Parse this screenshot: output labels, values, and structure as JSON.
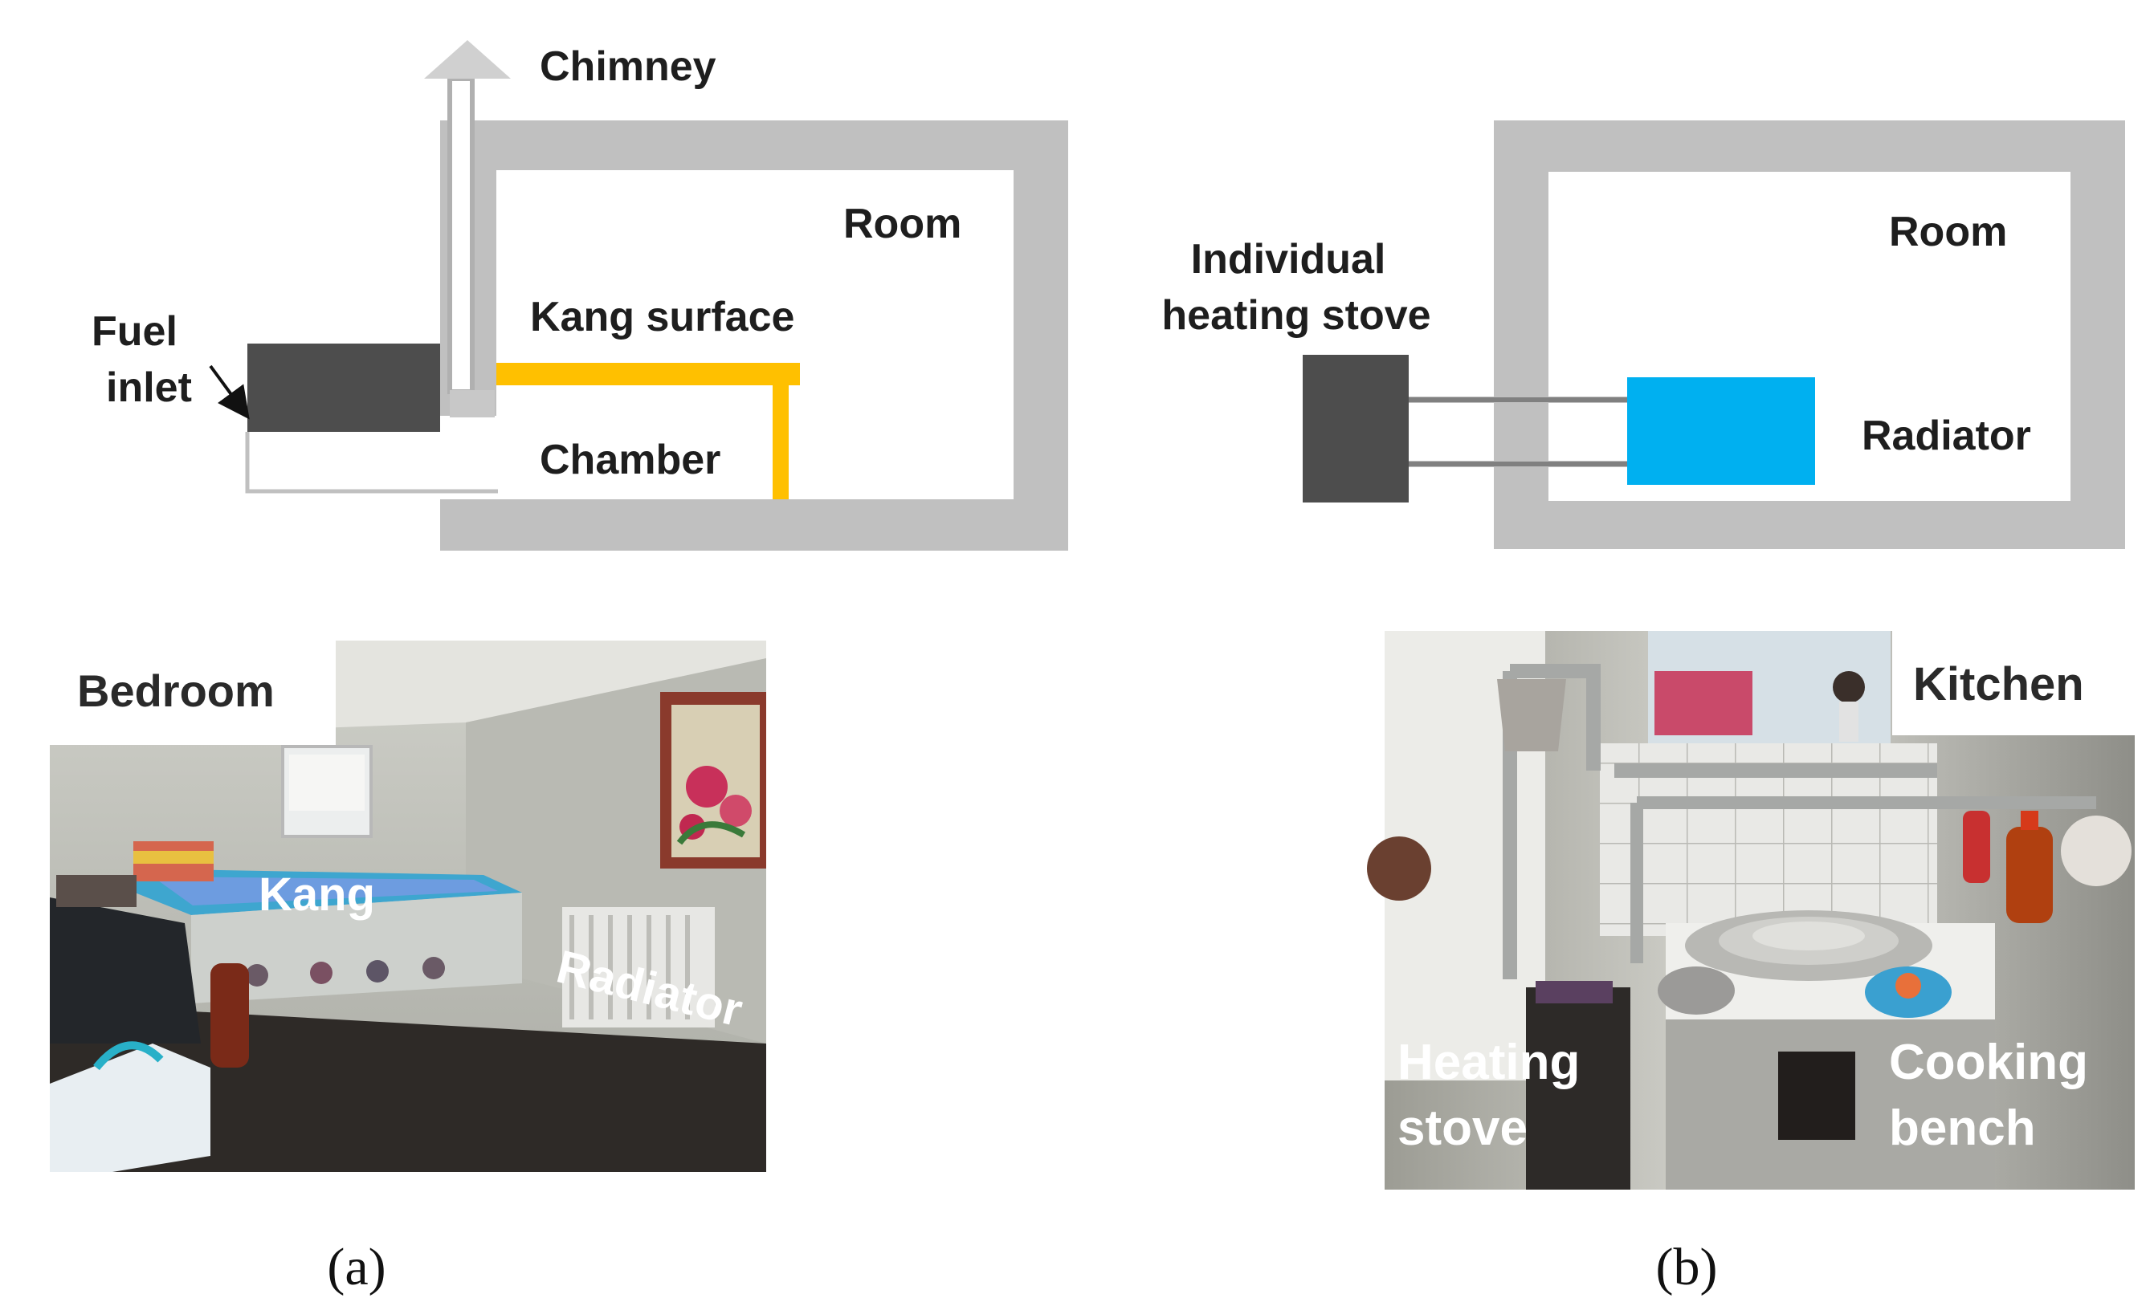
{
  "panel_a": {
    "diagram": {
      "chimney": "Chimney",
      "room": "Room",
      "kang_surface": "Kang surface",
      "fuel_inlet_line1": "Fuel",
      "fuel_inlet_line2": "inlet",
      "chamber": "Chamber"
    },
    "photo": {
      "tag": "Bedroom",
      "kang": "Kang",
      "radiator": "Radiator"
    },
    "caption": "(a)"
  },
  "panel_b": {
    "diagram": {
      "stove_line1": "Individual",
      "stove_line2": "heating stove",
      "room": "Room",
      "radiator": "Radiator"
    },
    "photo": {
      "tag": "Kitchen",
      "heating_stove_line1": "Heating",
      "heating_stove_line2": "stove",
      "cooking_bench_line1": "Cooking",
      "cooking_bench_line2": "bench"
    },
    "caption": "(b)"
  },
  "colors": {
    "wall": "#c0c0c0",
    "kang_surface": "#ffc000",
    "stove": "#4d4d4d",
    "radiator": "#00b0f0",
    "pipe": "#808080"
  }
}
